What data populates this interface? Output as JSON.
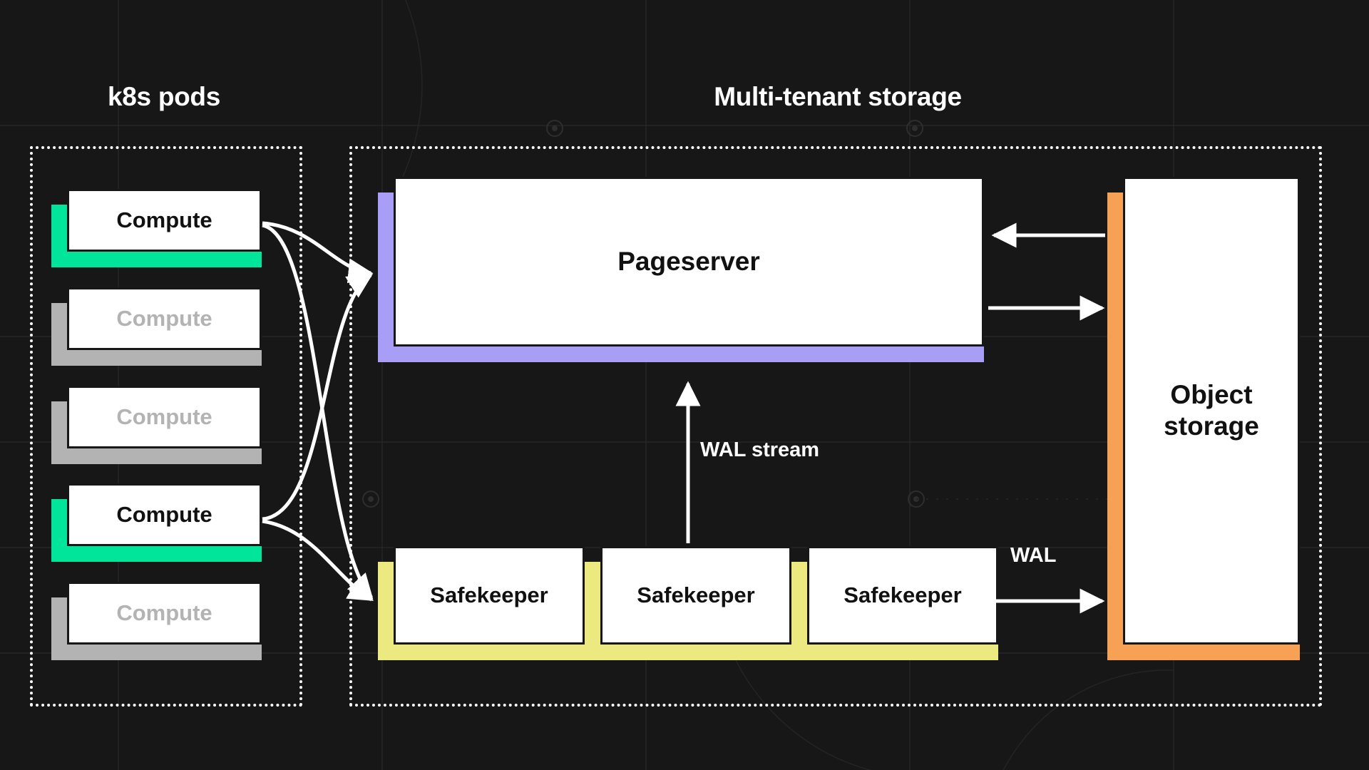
{
  "theme": {
    "background": "#171717",
    "card_bg": "#ffffff",
    "text_light": "#ffffff",
    "text_dark": "#111111",
    "text_muted": "#b3b3b3",
    "accent_green": "#00e599",
    "accent_gray": "#b3b3b3",
    "accent_purple": "#a89ef5",
    "accent_yellow": "#ebe97f",
    "accent_orange": "#f6a153"
  },
  "sections": {
    "left": {
      "title": "k8s pods"
    },
    "right": {
      "title": "Multi-tenant storage"
    }
  },
  "compute_pods": [
    {
      "label": "Compute",
      "state": "active"
    },
    {
      "label": "Compute",
      "state": "idle"
    },
    {
      "label": "Compute",
      "state": "idle"
    },
    {
      "label": "Compute",
      "state": "active"
    },
    {
      "label": "Compute",
      "state": "idle"
    }
  ],
  "storage_nodes": {
    "pageserver": {
      "label": "Pageserver",
      "accent": "#a89ef5"
    },
    "safekeepers": [
      {
        "label": "Safekeeper",
        "accent": "#ebe97f"
      },
      {
        "label": "Safekeeper",
        "accent": "#ebe97f"
      },
      {
        "label": "Safekeeper",
        "accent": "#ebe97f"
      }
    ],
    "object_storage": {
      "label": "Object\nstorage",
      "line1": "Object",
      "line2": "storage",
      "accent": "#f6a153"
    }
  },
  "edges": {
    "wal_stream": {
      "label": "WAL stream",
      "from": "Safekeeper",
      "to": "Pageserver",
      "direction": "up"
    },
    "wal": {
      "label": "WAL",
      "from": "Safekeeper",
      "to": "Object storage",
      "direction": "right"
    },
    "pageserver_read": {
      "label": "",
      "from": "Object storage",
      "to": "Pageserver",
      "direction": "left"
    },
    "pageserver_write": {
      "label": "",
      "from": "Pageserver",
      "to": "Object storage",
      "direction": "right"
    }
  }
}
